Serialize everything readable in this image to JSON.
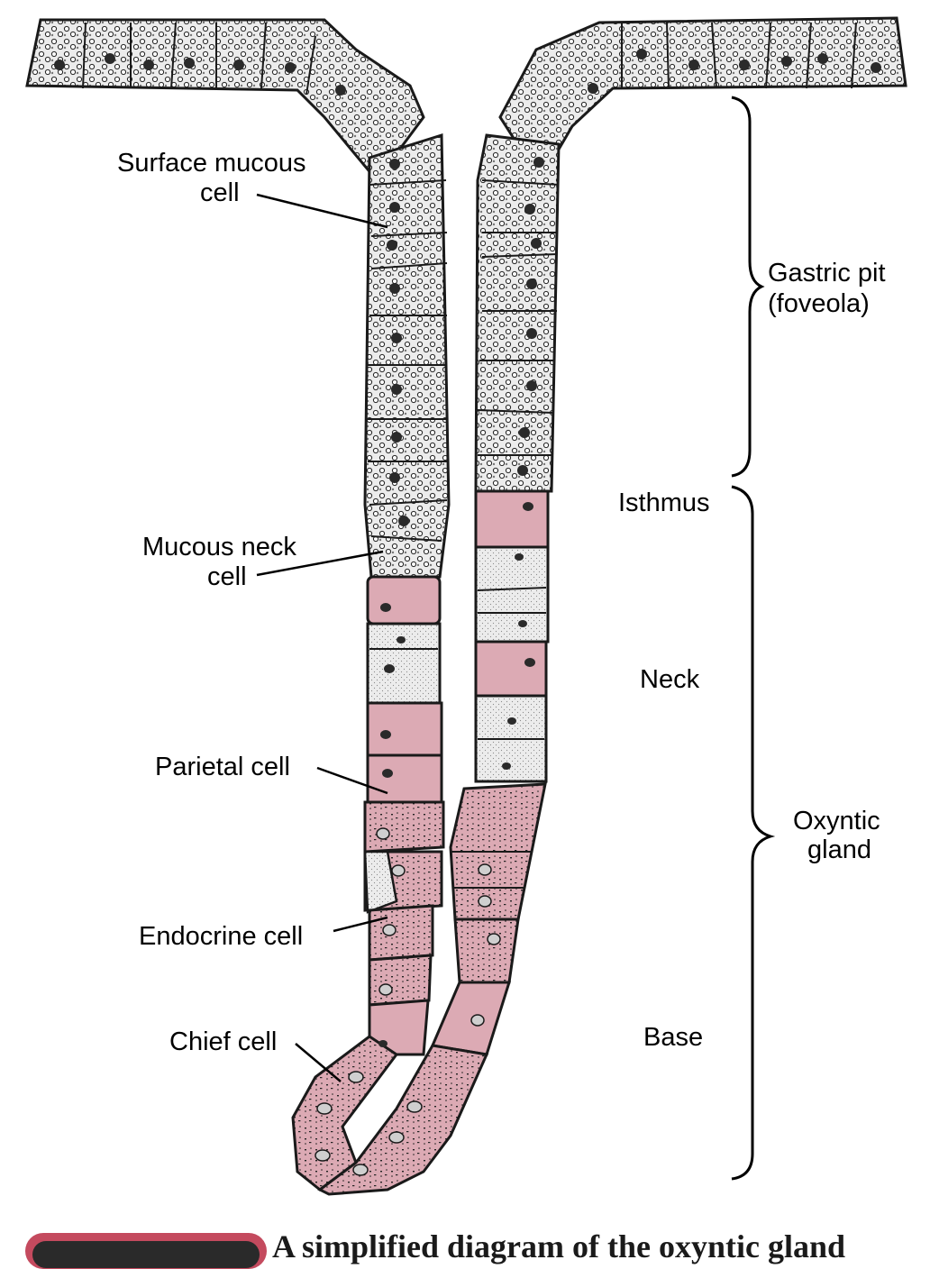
{
  "labels": {
    "surface_mucous_1": "Surface mucous",
    "surface_mucous_2": "cell",
    "mucous_neck_1": "Mucous neck",
    "mucous_neck_2": "cell",
    "parietal": "Parietal cell",
    "endocrine": "Endocrine cell",
    "chief": "Chief cell"
  },
  "regions": {
    "gastric_pit_1": "Gastric pit",
    "gastric_pit_2": "(foveola)",
    "isthmus": "Isthmus",
    "neck": "Neck",
    "oxyntic_1": "Oxyntic",
    "oxyntic_2": "gland",
    "base": "Base"
  },
  "caption": {
    "text": "A simplified diagram of the oxyntic gland"
  },
  "colors": {
    "mucous_fill": "#e6e6e6",
    "pink_fill": "#dcaab4",
    "outline": "#1a1a1a",
    "caption_badge": "#c44a5e"
  }
}
